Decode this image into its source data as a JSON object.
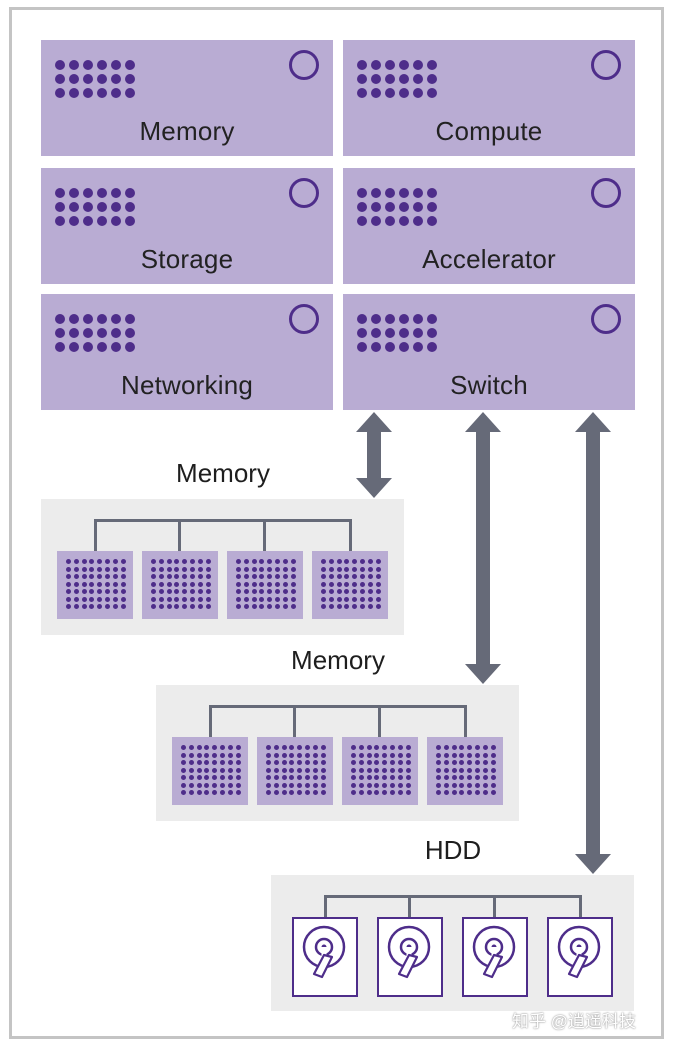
{
  "modules": [
    {
      "id": "memory",
      "label": "Memory"
    },
    {
      "id": "compute",
      "label": "Compute"
    },
    {
      "id": "storage",
      "label": "Storage"
    },
    {
      "id": "accelerator",
      "label": "Accelerator"
    },
    {
      "id": "networking",
      "label": "Networking"
    },
    {
      "id": "switch",
      "label": "Switch"
    }
  ],
  "pools": [
    {
      "id": "memory-pool-1",
      "title": "Memory",
      "kind": "memory-chips"
    },
    {
      "id": "memory-pool-2",
      "title": "Memory",
      "kind": "memory-chips"
    },
    {
      "id": "hdd-pool",
      "title": "HDD",
      "kind": "hard-disks"
    }
  ],
  "watermark": "知乎 @逍遥科技",
  "colors": {
    "module_fill": "#b9acd3",
    "accent_purple": "#4e2d8a",
    "arrow_gray": "#666a78",
    "pool_background": "#ececec",
    "frame_border": "#c4c4c4"
  },
  "icons": [
    "memory-chip-icon",
    "hard-disk-icon",
    "double-arrow-icon",
    "status-ring-icon"
  ]
}
